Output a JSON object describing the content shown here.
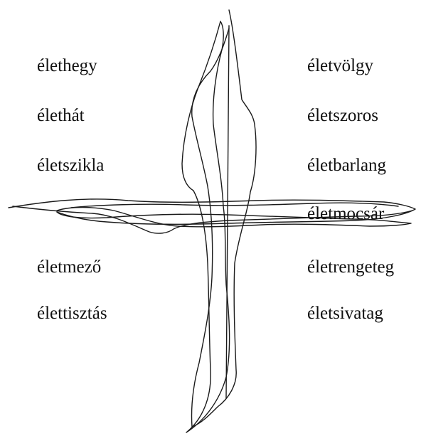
{
  "left_words": [
    "élethegy",
    "élethát",
    "életszikla",
    "életmező",
    "élettisztás"
  ],
  "right_words": [
    "életvölgy",
    "életszoros",
    "életbarlang",
    "életmocsár",
    "életrengeteg",
    "életsivatag"
  ],
  "colors": {
    "ink": "#111111",
    "background": "#ffffff"
  }
}
